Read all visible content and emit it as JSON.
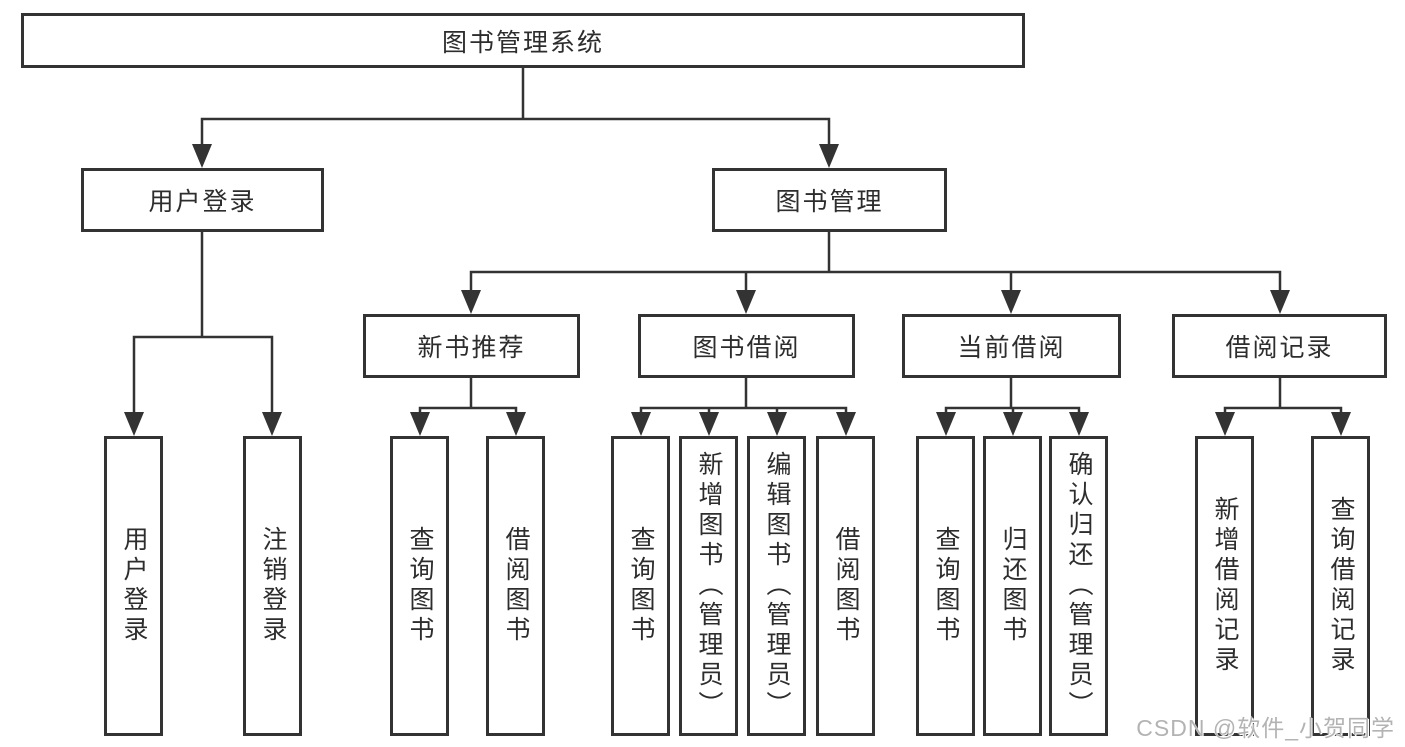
{
  "diagram": {
    "root": {
      "label": "图书管理系统"
    },
    "user_login": {
      "label": "用户登录",
      "children": [
        {
          "label": "用户登录"
        },
        {
          "label": "注销登录"
        }
      ]
    },
    "book_management": {
      "label": "图书管理",
      "modules": [
        {
          "label": "新书推荐",
          "children": [
            {
              "label": "查询图书"
            },
            {
              "label": "借阅图书"
            }
          ]
        },
        {
          "label": "图书借阅",
          "children": [
            {
              "label": "查询图书"
            },
            {
              "label": "新增图书（管理员）"
            },
            {
              "label": "编辑图书（管理员）"
            },
            {
              "label": "借阅图书"
            }
          ]
        },
        {
          "label": "当前借阅",
          "children": [
            {
              "label": "查询图书"
            },
            {
              "label": "归还图书"
            },
            {
              "label": "确认归还（管理员）"
            }
          ]
        },
        {
          "label": "借阅记录",
          "children": [
            {
              "label": "新增借阅记录"
            },
            {
              "label": "查询借阅记录"
            }
          ]
        }
      ]
    }
  },
  "watermark": {
    "text": "CSDN @软件_小贺同学"
  },
  "colors": {
    "background": "#ffffff",
    "line": "#333333",
    "box_border": "#333333",
    "text": "#2d2d2d",
    "watermark": "#b3b3b3"
  }
}
